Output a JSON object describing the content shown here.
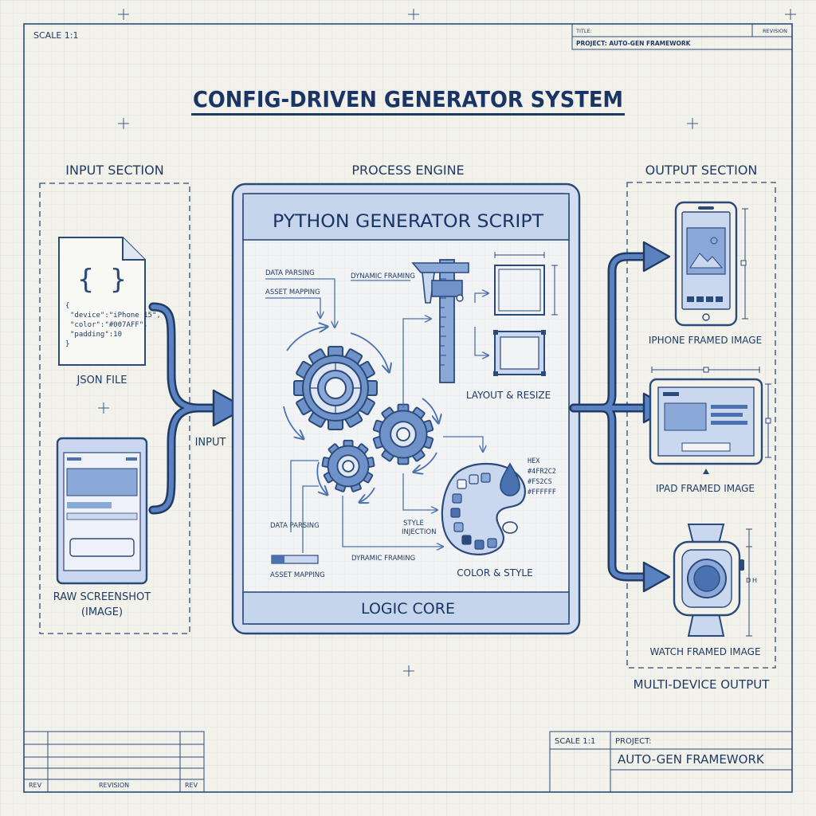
{
  "title": "CONFIG-DRIVEN GENERATOR SYSTEM",
  "frame": {
    "scale_top": "SCALE 1:1",
    "title_box": {
      "title_label": "TITLE:",
      "revision_label": "REVISION",
      "project_line": "PROJECT: AUTO-GEN FRAMEWORK"
    },
    "bottom_left": {
      "rev_left": "REV",
      "revision": "REVISION",
      "rev_right": "REV"
    },
    "bottom_right": {
      "scale": "SCALE 1:1",
      "project_label": "PROJECT:",
      "project_name": "AUTO-GEN FRAMEWORK"
    }
  },
  "input": {
    "heading": "INPUT SECTION",
    "json_braces": "{ }",
    "json_code": [
      "{",
      "\"device\":\"iPhone 15\",",
      "\"color\":\"#007AFF\",",
      "\"padding\":10",
      "}"
    ],
    "json_label": "JSON FILE",
    "screenshot_label_1": "RAW SCREENSHOT",
    "screenshot_label_2": "(IMAGE)",
    "arrow_label": "INPUT"
  },
  "engine": {
    "heading": "PROCESS ENGINE",
    "script_title": "PYTHON GENERATOR SCRIPT",
    "footer": "LOGIC CORE",
    "labels": {
      "data_parsing_top": "DATA PARSING",
      "asset_mapping_top": "ASSET MAPPING",
      "dynamic_framing_top": "DYNAMIC FRAMING",
      "layout_resize": "LAYOUT & RESIZE",
      "hex": "HEX",
      "hex_1": "#4FR2C2",
      "hex_2": "#FS2CS",
      "hex_3": "#FFFFFF",
      "style_injection_1": "STYLE",
      "style_injection_2": "INJECTION",
      "data_parsing_bottom": "DATA PARSING",
      "dynamic_framing_bottom": "DYRAMIC FRAMING",
      "asset_mapping_bottom": "ASSET MAPPING",
      "color_style": "COLOR & STYLE"
    }
  },
  "output": {
    "heading": "OUTPUT SECTION",
    "iphone_label": "IPHONE FRAMED IMAGE",
    "ipad_label": "IPAD FRAMED IMAGE",
    "watch_label": "WATCH FRAMED IMAGE",
    "footer": "MULTI-DEVICE OUTPUT",
    "watch_dim_d": "D",
    "watch_dim_h": "H"
  },
  "colors": {
    "ink": "#1f3a64",
    "blue": "#4a72b0",
    "fill": "#8aa8d8",
    "light": "#c9d8ee",
    "paper": "#f3f2ea",
    "grid": "#dcdfe4"
  }
}
